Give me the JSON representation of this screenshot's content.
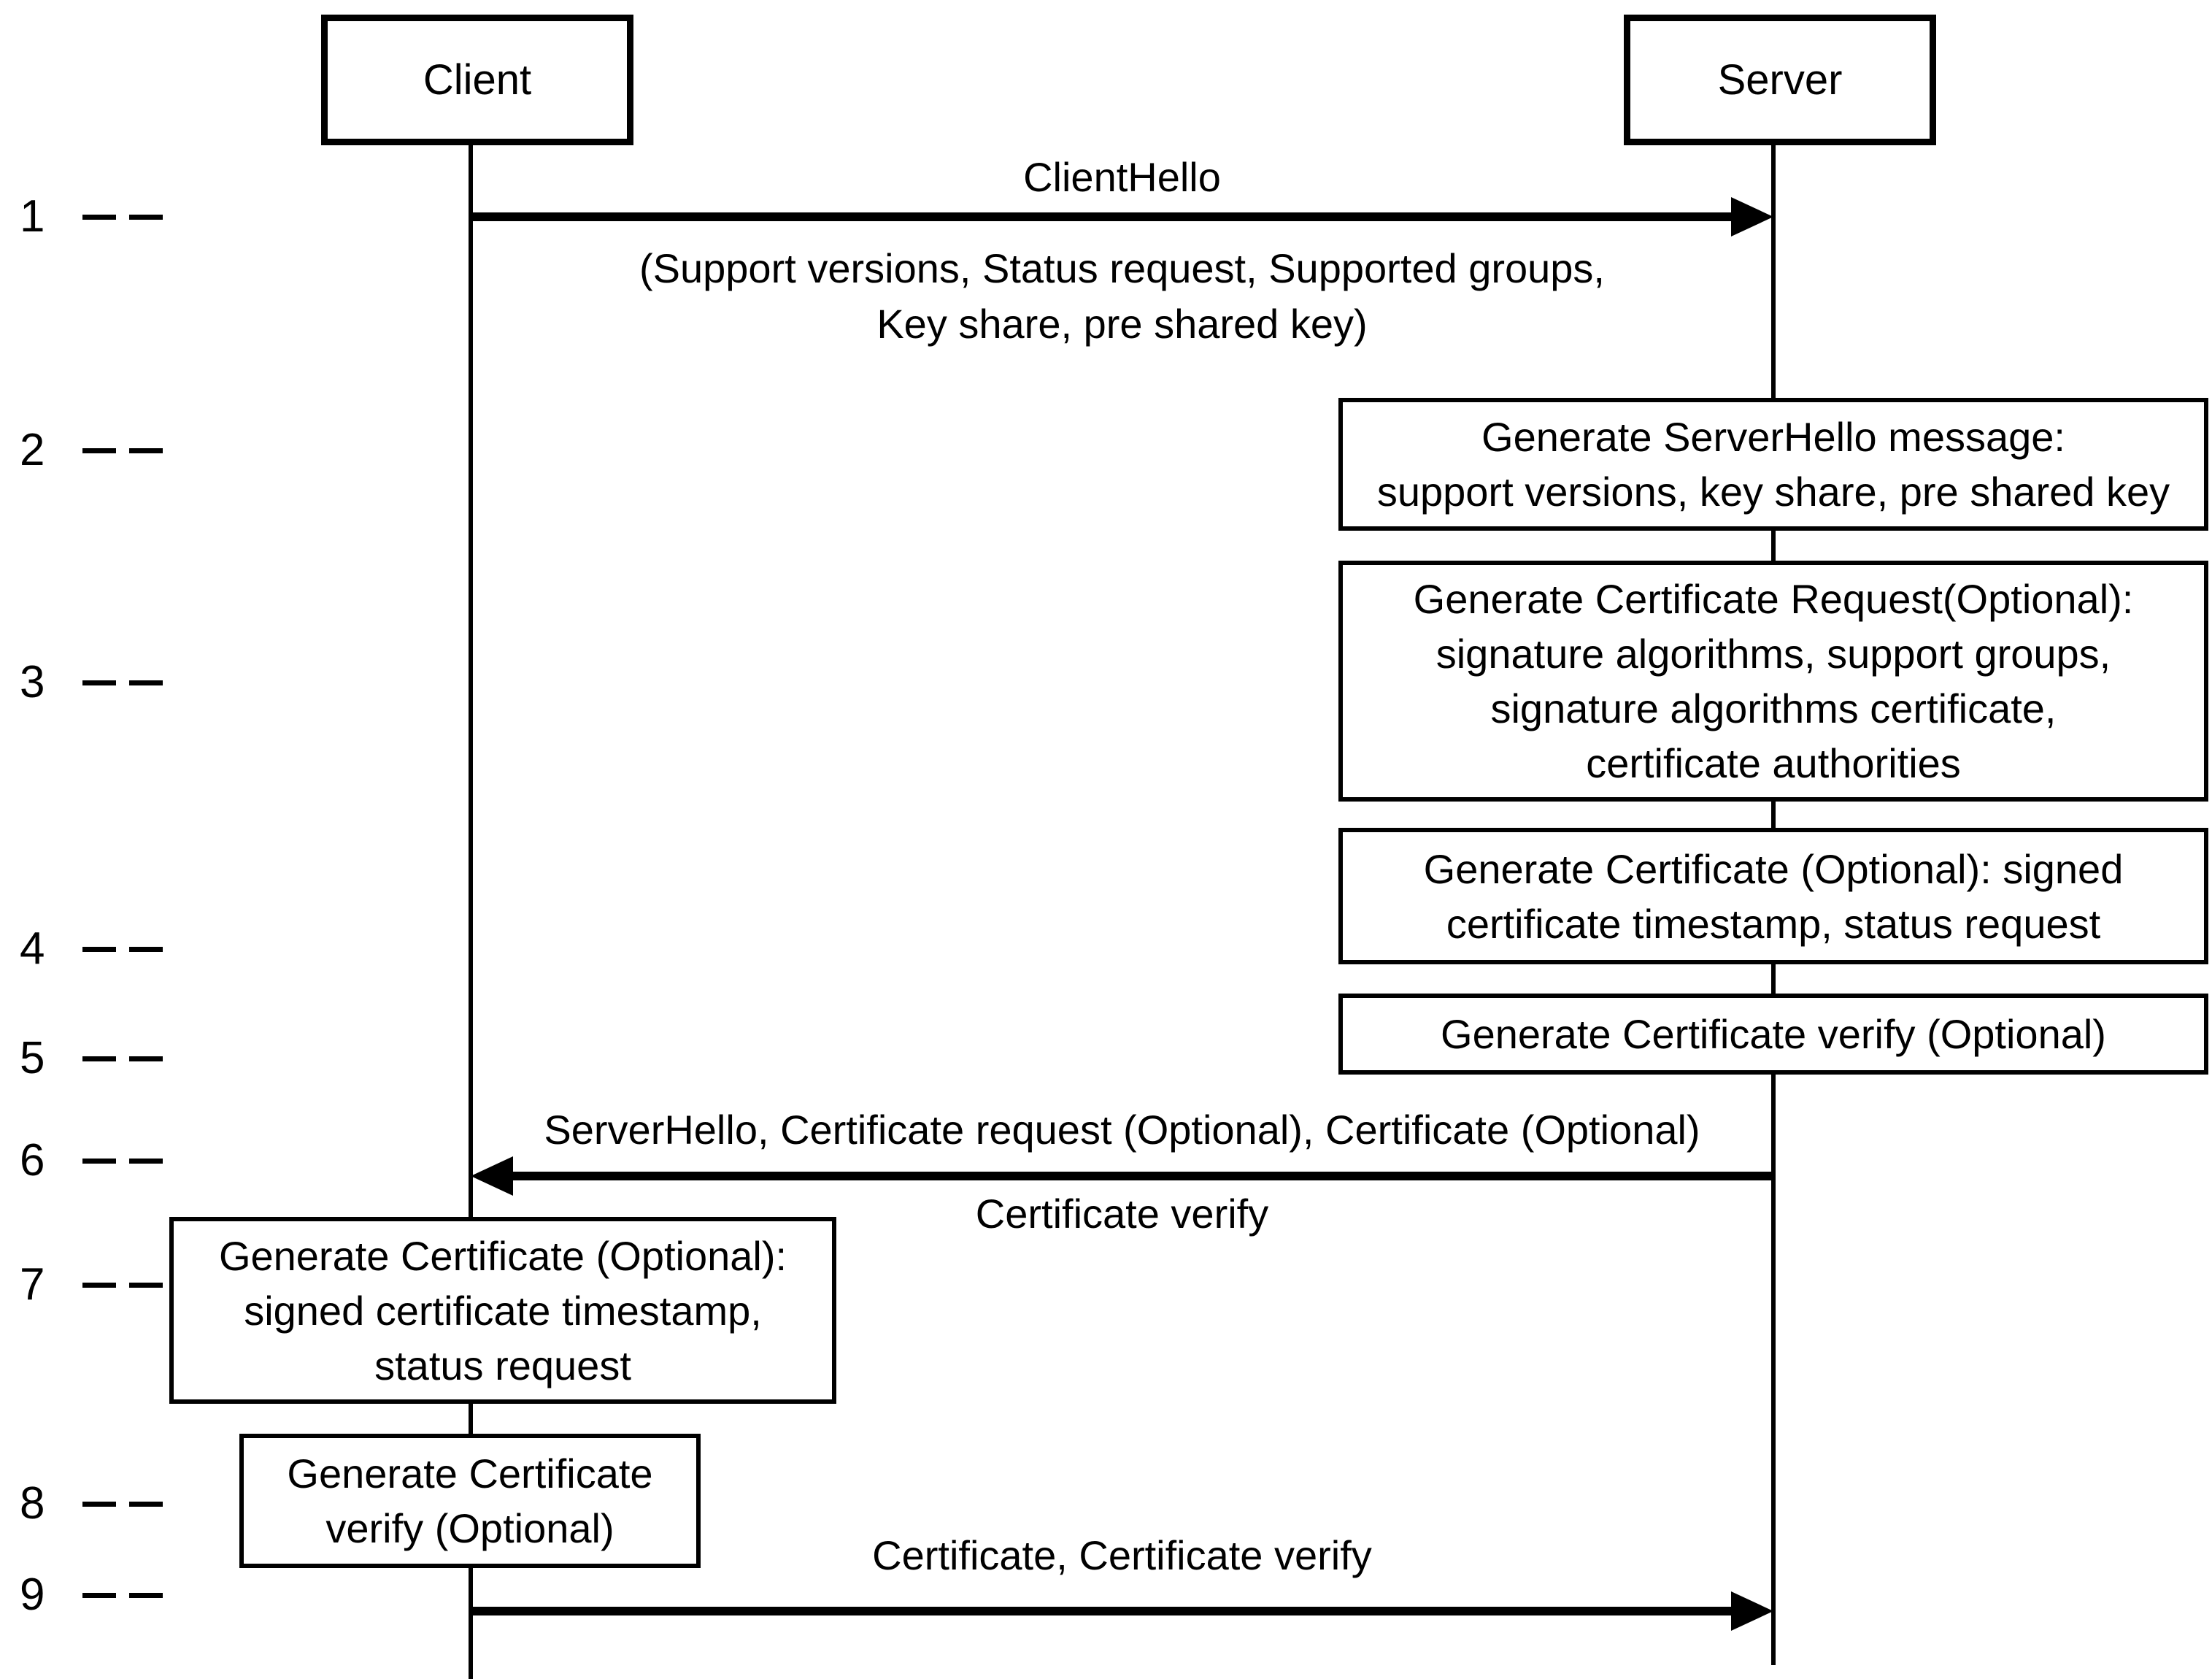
{
  "colors": {
    "stroke": "#000000",
    "background": "#ffffff"
  },
  "actors": {
    "client": "Client",
    "server": "Server"
  },
  "step_markers": [
    "1",
    "2",
    "3",
    "4",
    "5",
    "6",
    "7",
    "8",
    "9"
  ],
  "messages": {
    "client_hello": {
      "label": "ClientHello",
      "detail": "(Support versions, Status request, Supported groups,\nKey share, pre shared key)",
      "direction": "client-to-server"
    },
    "server_hello": {
      "label": "ServerHello, Certificate request (Optional), Certificate (Optional)",
      "detail": "Certificate verify",
      "direction": "server-to-client"
    },
    "client_certificate": {
      "label": "Certificate, Certificate verify",
      "direction": "client-to-server"
    }
  },
  "process_boxes": {
    "server_hello_gen": "Generate ServerHello message:\nsupport versions, key share, pre shared key",
    "cert_request_gen": "Generate Certificate Request(Optional):\nsignature algorithms, support groups,\nsignature algorithms certificate,\ncertificate authorities",
    "server_cert_gen": "Generate Certificate (Optional): signed\ncertificate timestamp, status request",
    "server_cert_verify_gen": "Generate Certificate verify (Optional)",
    "client_cert_gen": "Generate Certificate (Optional):\nsigned certificate timestamp,\nstatus request",
    "client_cert_verify_gen": "Generate Certificate\nverify (Optional)"
  }
}
